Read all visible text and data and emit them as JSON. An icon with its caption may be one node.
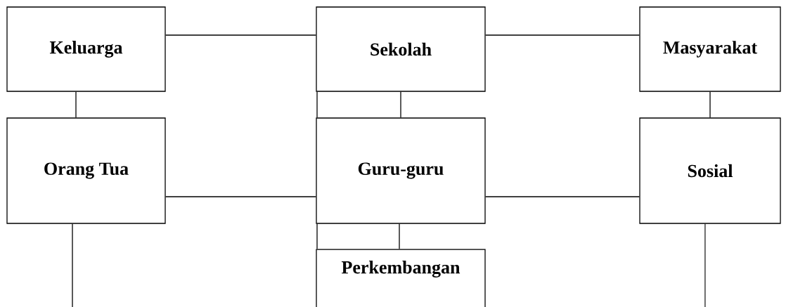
{
  "diagram": {
    "nodes": [
      {
        "text": [
          "Keluarga"
        ]
      },
      {
        "text": [
          "Sekolah"
        ]
      },
      {
        "text": [
          "Masyarakat"
        ]
      },
      {
        "text": [
          "Orang Tua"
        ]
      },
      {
        "text": [
          "Guru-guru"
        ]
      },
      {
        "text": [
          "Sosial"
        ]
      },
      {
        "text": [
          "Perkembangan"
        ]
      }
    ],
    "edges": [
      {
        "from": 0,
        "to": 1,
        "arrow": "none"
      },
      {
        "from": 1,
        "to": 2,
        "arrow": "none"
      },
      {
        "from": 0,
        "to": 3,
        "arrow": "none"
      },
      {
        "from": 1,
        "to": 4,
        "arrow": "none"
      },
      {
        "from": 1,
        "to": 4,
        "arrow": "none"
      },
      {
        "from": 2,
        "to": 5,
        "arrow": "none"
      },
      {
        "from": 3,
        "to": 4,
        "arrow": "none"
      },
      {
        "from": 4,
        "to": 5,
        "arrow": "none"
      },
      {
        "from": 4,
        "to": 6,
        "arrow": "none"
      },
      {
        "from": 4,
        "to": 6,
        "arrow": "none"
      },
      {
        "from": 3,
        "to": null,
        "arrow": "none"
      },
      {
        "from": 5,
        "to": null,
        "arrow": "none"
      }
    ]
  }
}
